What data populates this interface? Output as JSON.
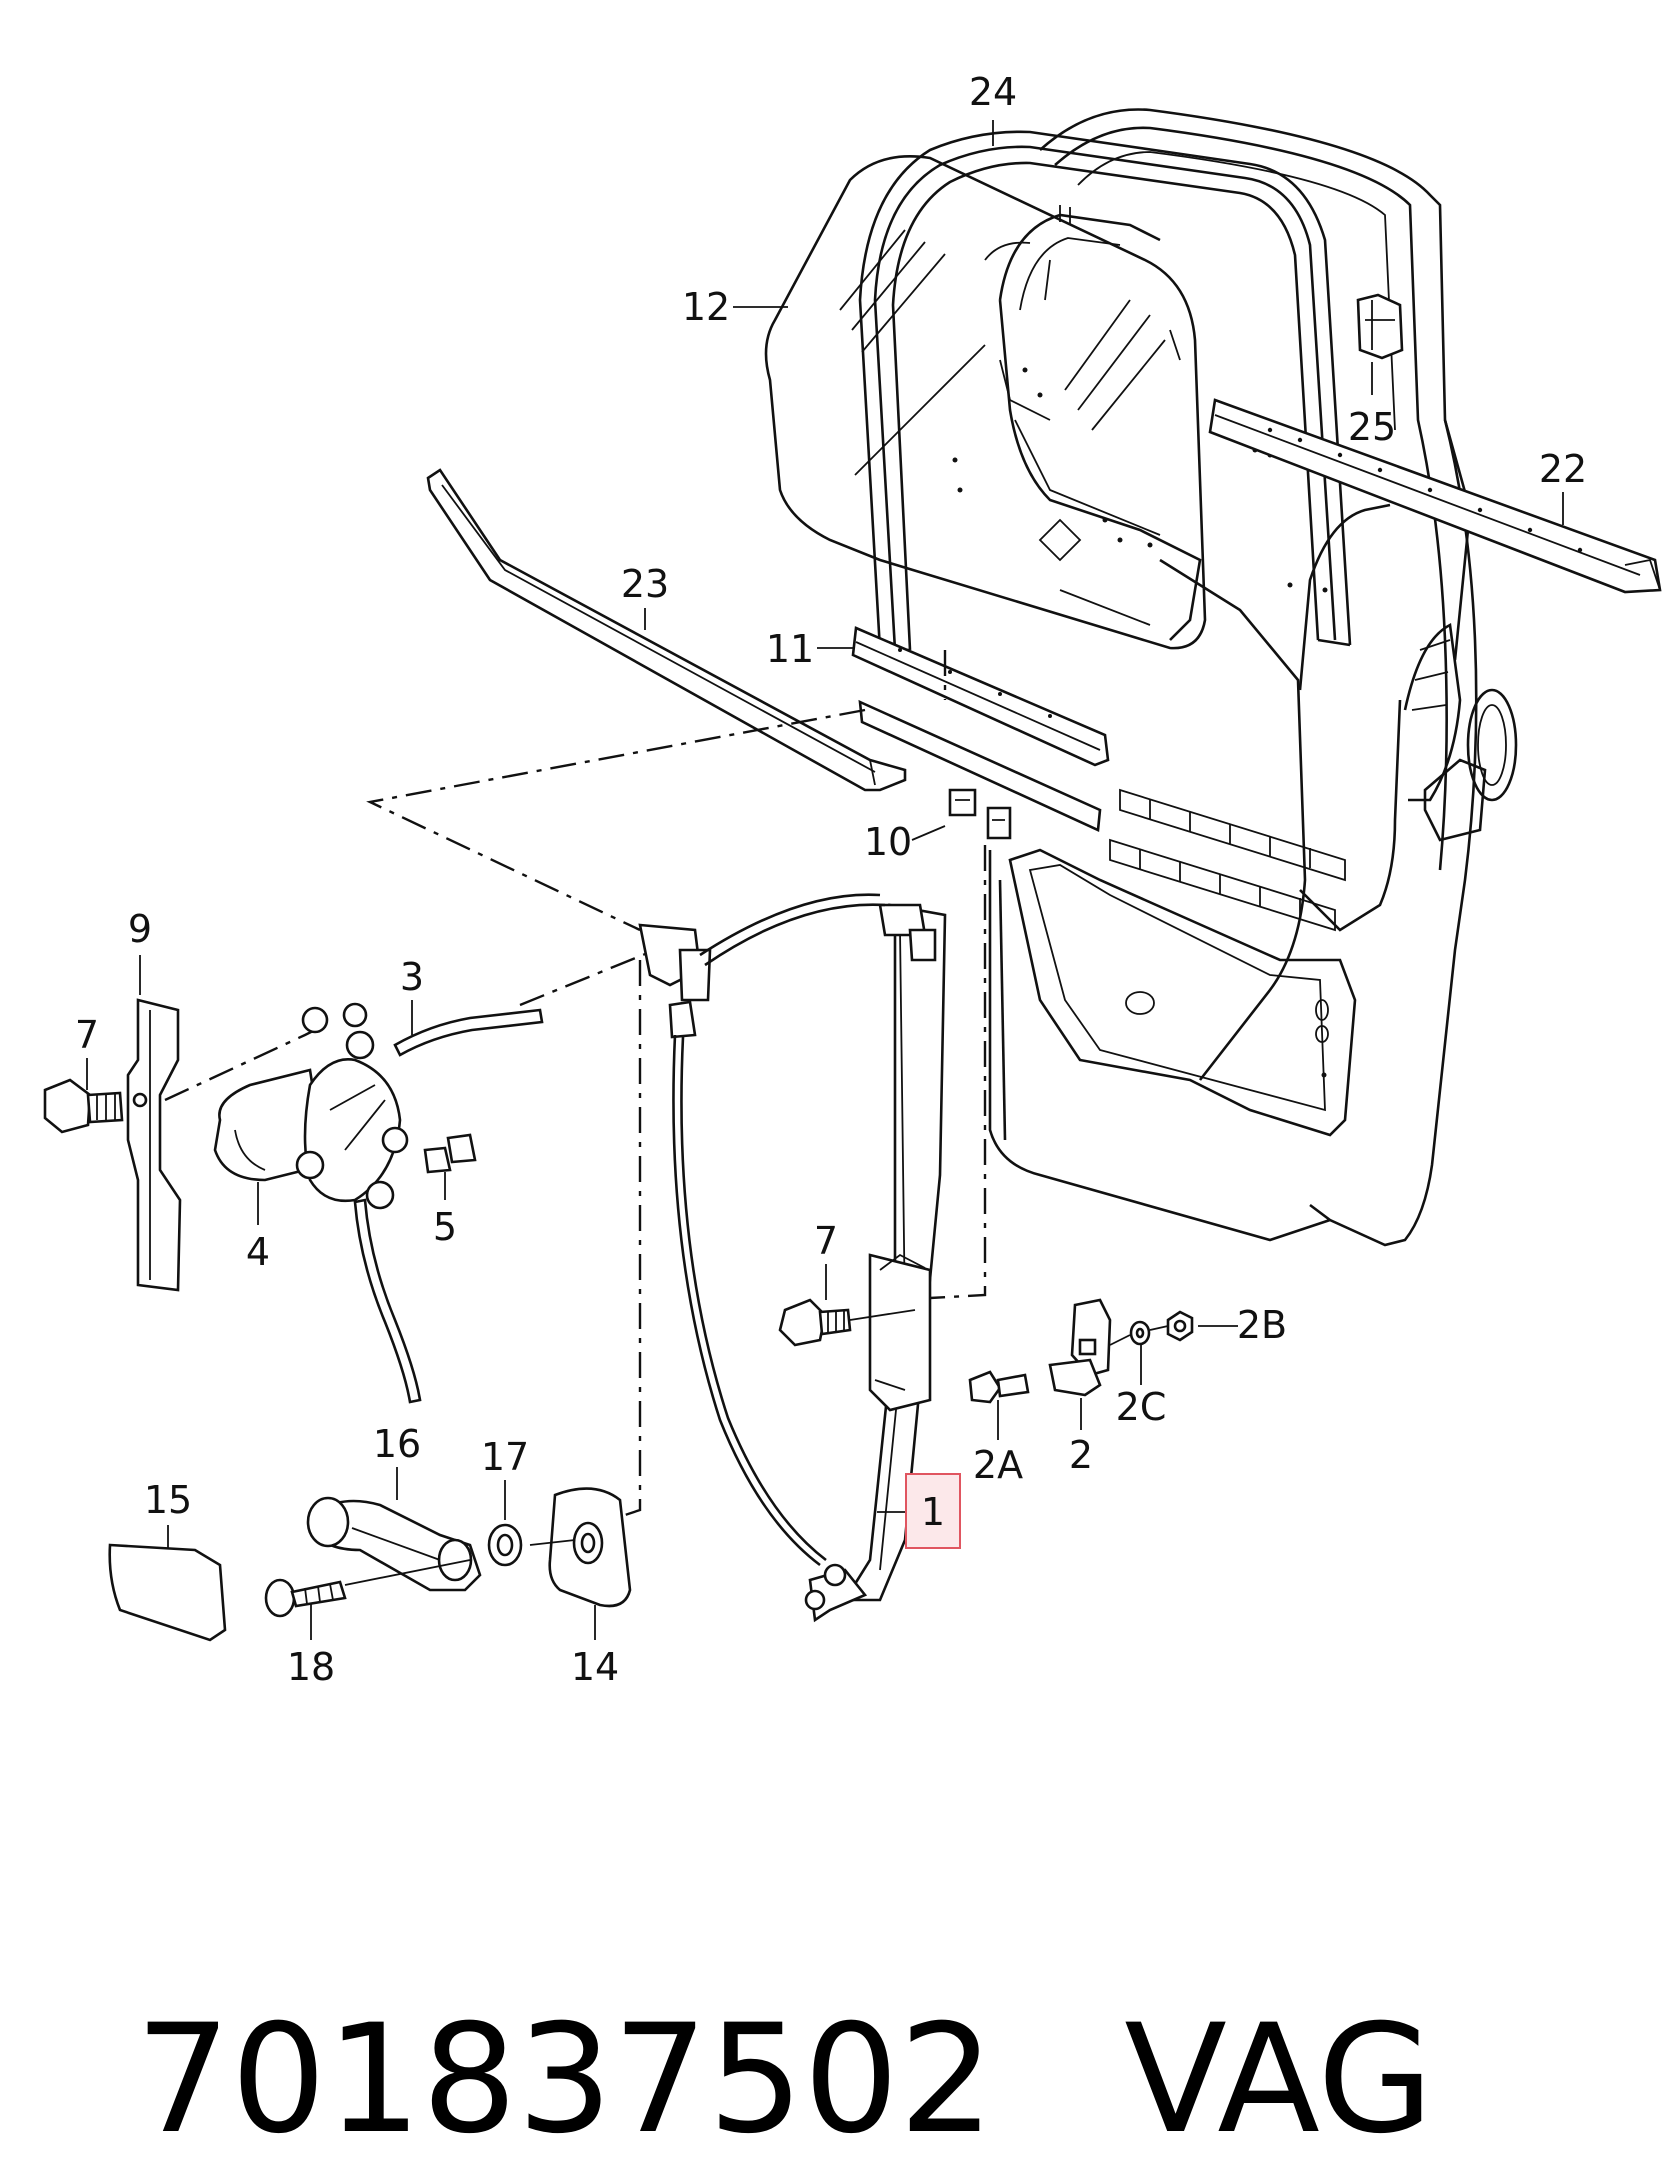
{
  "callouts": {
    "c1": "1",
    "c2": "2",
    "c2a": "2A",
    "c2b": "2B",
    "c2c": "2C",
    "c3": "3",
    "c4": "4",
    "c5": "5",
    "c7a": "7",
    "c7b": "7",
    "c9": "9",
    "c10": "10",
    "c11": "11",
    "c12": "12",
    "c14": "14",
    "c15": "15",
    "c16": "16",
    "c17": "17",
    "c18": "18",
    "c22": "22",
    "c23": "23",
    "c24": "24",
    "c25": "25"
  },
  "highlight": {
    "callout": "1",
    "color": "#e05560"
  },
  "footer": {
    "part_number": "701837502",
    "brand": "VAG"
  }
}
